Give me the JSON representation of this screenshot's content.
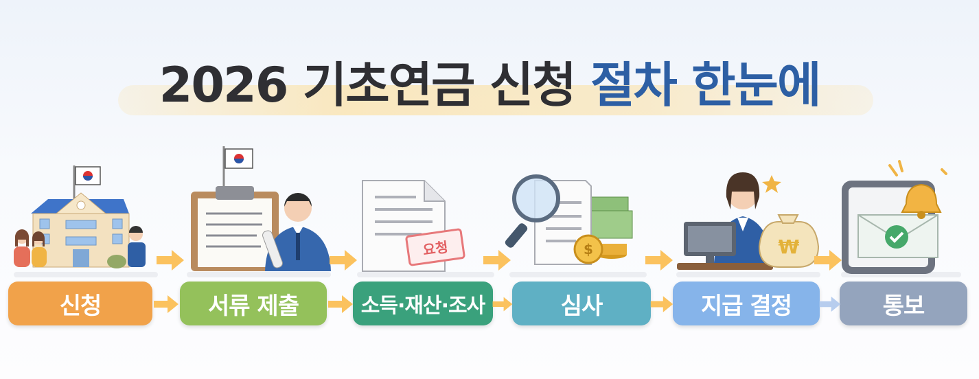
{
  "title": {
    "main": "2026 기초연금 신청 ",
    "accent": "절차 한눈에"
  },
  "steps": [
    {
      "label": "신청",
      "color": "#f1a24a"
    },
    {
      "label": "서류 제출",
      "color": "#94c15b"
    },
    {
      "label": "소득·재산·조사",
      "color": "#3aa17c"
    },
    {
      "label": "심사",
      "color": "#5fb0c4"
    },
    {
      "label": "지급 결정",
      "color": "#86b4ea"
    },
    {
      "label": "통보",
      "color": "#94a4bd"
    }
  ],
  "stamp_text": "요청",
  "colors": {
    "arrow": "#fbc25e",
    "arrow_last": "#b7cdee",
    "accent": "#2d5fa4"
  },
  "icons": [
    "building-family-icon",
    "clipboard-officer-icon",
    "document-stamp-icon",
    "magnifier-money-icon",
    "officer-moneybag-icon",
    "tablet-mail-bell-icon"
  ]
}
